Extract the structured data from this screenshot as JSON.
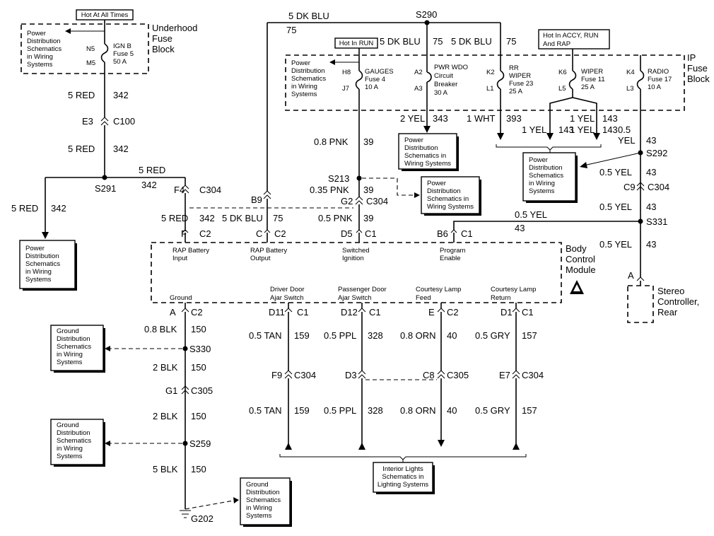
{
  "top_labels": {
    "hot_all_times": "Hot At All Times",
    "hot_in_run": "Hot In RUN",
    "hot_accy": [
      "Hot In ACCY, RUN",
      "And RAP"
    ]
  },
  "underhood": {
    "title": [
      "Underhood",
      "Fuse",
      "Block"
    ],
    "pds": [
      "Power",
      "Distribution",
      "Schematics",
      "in Wiring",
      "Systems"
    ],
    "pin_top": "N5",
    "pin_bot": "M5",
    "fuse": [
      "IGN B",
      "Fuse 5",
      "50 A"
    ]
  },
  "ip_block": {
    "title": [
      "IP",
      "Fuse",
      "Block"
    ],
    "pds": [
      "Power",
      "Distribution",
      "Schematics",
      "in Wiring",
      "Systems"
    ],
    "gauges": {
      "pin_top": "H8",
      "pin_bot": "J7",
      "label": [
        "GAUGES",
        "Fuse 4",
        "10 A"
      ]
    },
    "pwr_wdo": {
      "pin_top": "A2",
      "pin_bot": "A3",
      "label": [
        "PWR WDO",
        "Circuit",
        "Breaker",
        "30 A"
      ]
    },
    "rr_wiper": {
      "pin_top": "K2",
      "pin_bot": "L1",
      "label": [
        "RR",
        "WIPER",
        "Fuse 23",
        "25 A"
      ]
    },
    "wiper": {
      "pin_top": "K6",
      "pin_bot": "L5",
      "label": [
        "WIPER",
        "Fuse 11",
        "25 A"
      ]
    },
    "radio": {
      "pin_top": "K4",
      "pin_bot": "L3",
      "label": [
        "RADIO",
        "Fuse 17",
        "10 A"
      ]
    }
  },
  "wires": {
    "dkblu_top": "5 DK BLU",
    "dkblu_75": "75",
    "s290": "S290",
    "dkblu_a": "5 DK BLU",
    "dkblu_a_num": "75",
    "dkblu_b": "5 DK BLU",
    "dkblu_b_num": "75",
    "red_342_a": "5 RED",
    "red_342_a_num": "342",
    "e3": "E3",
    "c100": "C100",
    "red_342_b": "5 RED",
    "red_342_b_num": "342",
    "s291": "S291",
    "red_branch": "5 RED",
    "red_branch_num": "342",
    "red_left": "5 RED",
    "red_left_num": "342",
    "f4": "F4",
    "c304_f4": "C304",
    "red_bcm": "5 RED",
    "red_bcm_num": "342",
    "b9": "B9",
    "dkblu_bcm": "5 DK BLU",
    "dkblu_bcm_num": "75",
    "yel_343": "2 YEL",
    "yel_343_num": "343",
    "wht_393": "1 WHT",
    "wht_393_num": "393",
    "yel_143_a": "1 YEL",
    "yel_143_a_num": "143",
    "yel_143_b": "1 YEL",
    "yel_143_b_num": "143",
    "yel_143_c": "1 YEL",
    "yel_143_c_num": "143",
    "yel_43_top": "0.5",
    "yel_43_top2": "YEL",
    "yel_43_top_num": "43",
    "s292": "S292",
    "yel_43_b": "0.5 YEL",
    "yel_43_b_num": "43",
    "c9": "C9",
    "c304_c9": "C304",
    "yel_43_c": "0.5 YEL",
    "yel_43_c_num": "43",
    "s331": "S331",
    "yel_43_d": "0.5 YEL",
    "yel_43_d_num": "43",
    "yel_43_e": "0.5 YEL",
    "yel_43_e_num": "43",
    "pnk_39_a": "0.8 PNK",
    "pnk_39_a_num": "39",
    "s213": "S213",
    "pnk_39_b": "0.35 PNK",
    "pnk_39_b_num": "39",
    "g2": "G2",
    "c304_g2": "C304",
    "pnk_39_c": "0.5 PNK",
    "pnk_39_c_num": "39"
  },
  "pds_boxes": {
    "left": [
      "Power",
      "Distribution",
      "Schematics",
      "in Wiring",
      "Systems"
    ],
    "mid": [
      "Power",
      "Distribution",
      "Schematics in",
      "Wiring Systems"
    ],
    "s213": [
      "Power",
      "Distribution",
      "Schematics in",
      "Wiring Systems"
    ],
    "right": [
      "Power",
      "Distribution",
      "Schematics",
      "in Wiring",
      "Systems"
    ]
  },
  "bcm": {
    "title": [
      "Body",
      "Control",
      "Module"
    ],
    "top_pins": [
      {
        "pin": "F",
        "conn": "C2",
        "label": [
          "RAP Battery",
          "Input"
        ]
      },
      {
        "pin": "C",
        "conn": "C2",
        "label": [
          "RAP Battery",
          "Output"
        ]
      },
      {
        "pin": "D5",
        "conn": "C1",
        "label": [
          "Switched",
          "Ignition"
        ]
      },
      {
        "pin": "B6",
        "conn": "C1",
        "label": [
          "Program",
          "Enable"
        ]
      }
    ],
    "bottom_labels": [
      [
        "Ground"
      ],
      [
        "Driver Door",
        "Ajar Switch"
      ],
      [
        "Passenger Door",
        "Ajar Switch"
      ],
      [
        "Courtesy Lamp",
        "Feed"
      ],
      [
        "Courtesy Lamp",
        "Return"
      ]
    ]
  },
  "stereo": {
    "pin": "A",
    "title": [
      "Stereo",
      "Controller,",
      "Rear"
    ]
  },
  "ground": {
    "a": "A",
    "c2": "C2",
    "blk150_a": "0.8 BLK",
    "blk150_a_num": "150",
    "s330": "S330",
    "blk150_b": "2 BLK",
    "blk150_b_num": "150",
    "g1": "G1",
    "c305": "C305",
    "blk150_c": "2 BLK",
    "blk150_c_num": "150",
    "s259": "S259",
    "blk150_d": "5 BLK",
    "blk150_d_num": "150",
    "g202": "G202",
    "gds1": [
      "Ground",
      "Distribution",
      "Schematics",
      "in Wiring",
      "Systems"
    ],
    "gds2": [
      "Ground",
      "Distribution",
      "Schematics",
      "in Wiring",
      "Systems"
    ],
    "gds3": [
      "Ground",
      "Distribution",
      "Schematics",
      "in Wiring",
      "Systems"
    ]
  },
  "lamp_circuits": [
    {
      "pin": "D11",
      "conn": "C1",
      "wire": "0.5 TAN",
      "num": "159",
      "pin2": "F9",
      "conn2": "C304",
      "wire2": "0.5 TAN",
      "num2": "159"
    },
    {
      "pin": "D12",
      "conn": "C1",
      "wire": "0.5 PPL",
      "num": "328",
      "pin2": "D3",
      "conn2": "",
      "wire2": "0.5 PPL",
      "num2": "328"
    },
    {
      "pin": "E",
      "conn": "C2",
      "wire": "0.8 ORN",
      "num": "40",
      "pin2": "C8",
      "conn2": "C305",
      "wire2": "0.8 ORN",
      "num2": "40"
    },
    {
      "pin": "D1",
      "conn": "C1",
      "wire": "0.5 GRY",
      "num": "157",
      "pin2": "E7",
      "conn2": "C304",
      "wire2": "0.5 GRY",
      "num2": "157"
    }
  ],
  "interior": [
    "Interior Lights",
    "Schematics in",
    "Lighting Systems"
  ]
}
